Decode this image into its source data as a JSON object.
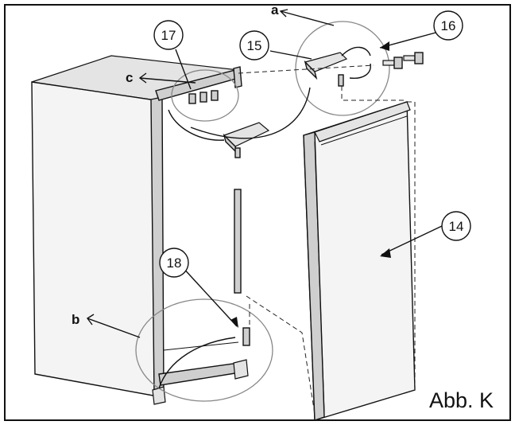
{
  "figure": {
    "caption": "Abb. K",
    "view_letters": {
      "a": "a",
      "b": "b",
      "c": "c"
    },
    "callouts": {
      "c14": "14",
      "c15": "15",
      "c16": "16",
      "c17": "17",
      "c18": "18"
    }
  }
}
